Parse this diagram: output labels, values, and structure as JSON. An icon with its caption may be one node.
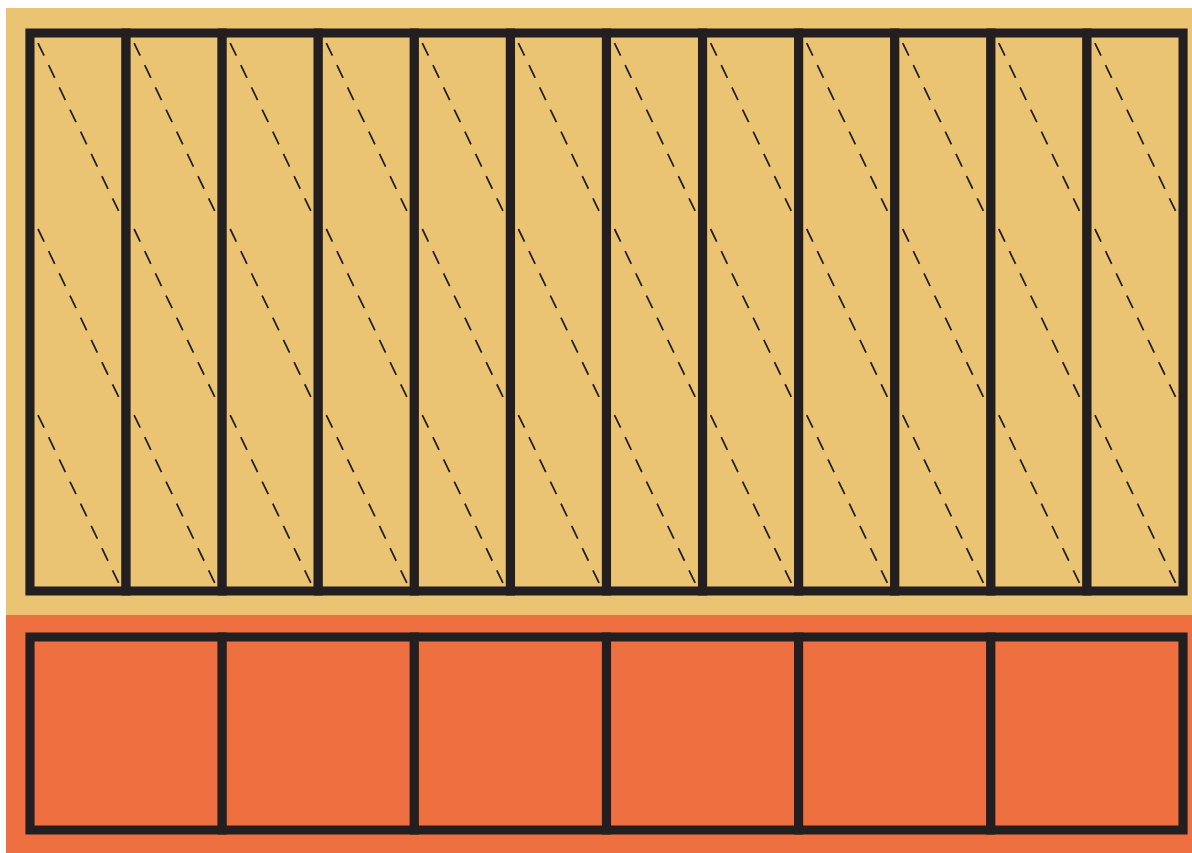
{
  "diagram": {
    "nodes": [
      {
        "text": [],
        "shape": "band"
      },
      {
        "text": [],
        "shape": "box",
        "in": 0
      },
      {
        "text": [],
        "shape": "box",
        "in": 0
      },
      {
        "text": [],
        "shape": "box",
        "in": 0
      },
      {
        "text": [],
        "shape": "box",
        "in": 0
      },
      {
        "text": [],
        "shape": "box",
        "in": 0
      },
      {
        "text": [],
        "shape": "box",
        "in": 0
      },
      {
        "text": [],
        "shape": "box",
        "in": 0
      },
      {
        "text": [],
        "shape": "box",
        "in": 0
      },
      {
        "text": [],
        "shape": "box",
        "in": 0
      },
      {
        "text": [],
        "shape": "box",
        "in": 0
      },
      {
        "text": [],
        "shape": "box",
        "in": 0
      },
      {
        "text": [],
        "shape": "box",
        "in": 0
      },
      {
        "text": [],
        "shape": "band"
      },
      {
        "text": [],
        "shape": "box",
        "in": 13
      },
      {
        "text": [],
        "shape": "box",
        "in": 13
      },
      {
        "text": [],
        "shape": "box",
        "in": 13
      },
      {
        "text": [],
        "shape": "box",
        "in": 13
      },
      {
        "text": [],
        "shape": "box",
        "in": 13
      },
      {
        "text": [],
        "shape": "box",
        "in": 13
      }
    ]
  }
}
